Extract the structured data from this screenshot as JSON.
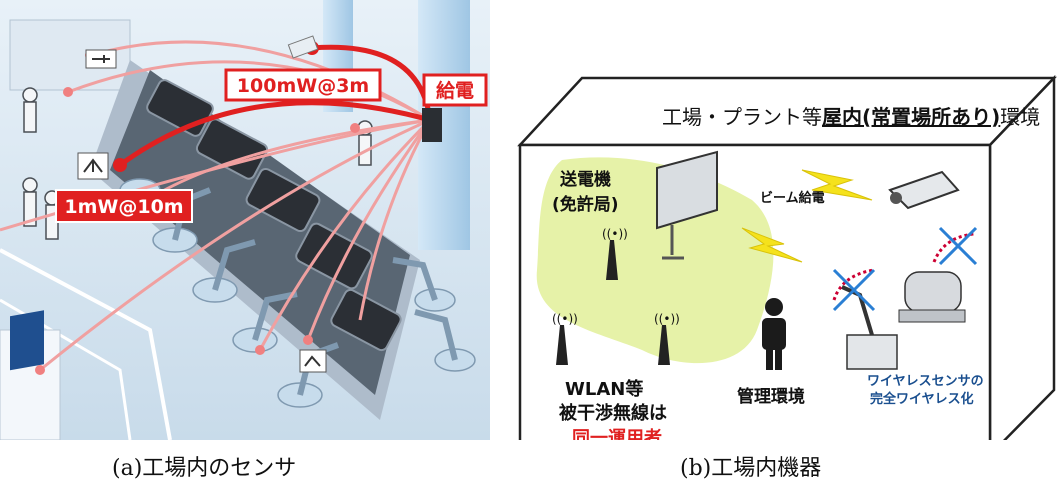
{
  "panel_a": {
    "label_power_feed": "給電",
    "label_near": "100mW@3m",
    "label_far": "1mW@10m",
    "caption": "(a)工場内のセンサ"
  },
  "panel_b": {
    "title_prefix": "工場・プラント等",
    "title_emphasis": "屋内(常置場所あり)",
    "title_suffix": "環境",
    "transmitter_line1": "送電機",
    "transmitter_line2": "(免許局)",
    "beam_label": "ビーム給電",
    "wlan_line1": "WLAN等",
    "wlan_line2": "被干渉無線は",
    "wlan_line3": "同一運用者",
    "management_label": "管理環境",
    "sensor_line1": "ワイヤレスセンサの",
    "sensor_line2": "完全ワイヤレス化",
    "caption": "(b)工場内機器"
  },
  "colors": {
    "accent_red": "#e02020",
    "soft_red": "#f0a0a0",
    "zone_green": "#e6f2a8",
    "bolt_yellow": "#f5e21c",
    "sky_blue": "#cfe4f2"
  }
}
